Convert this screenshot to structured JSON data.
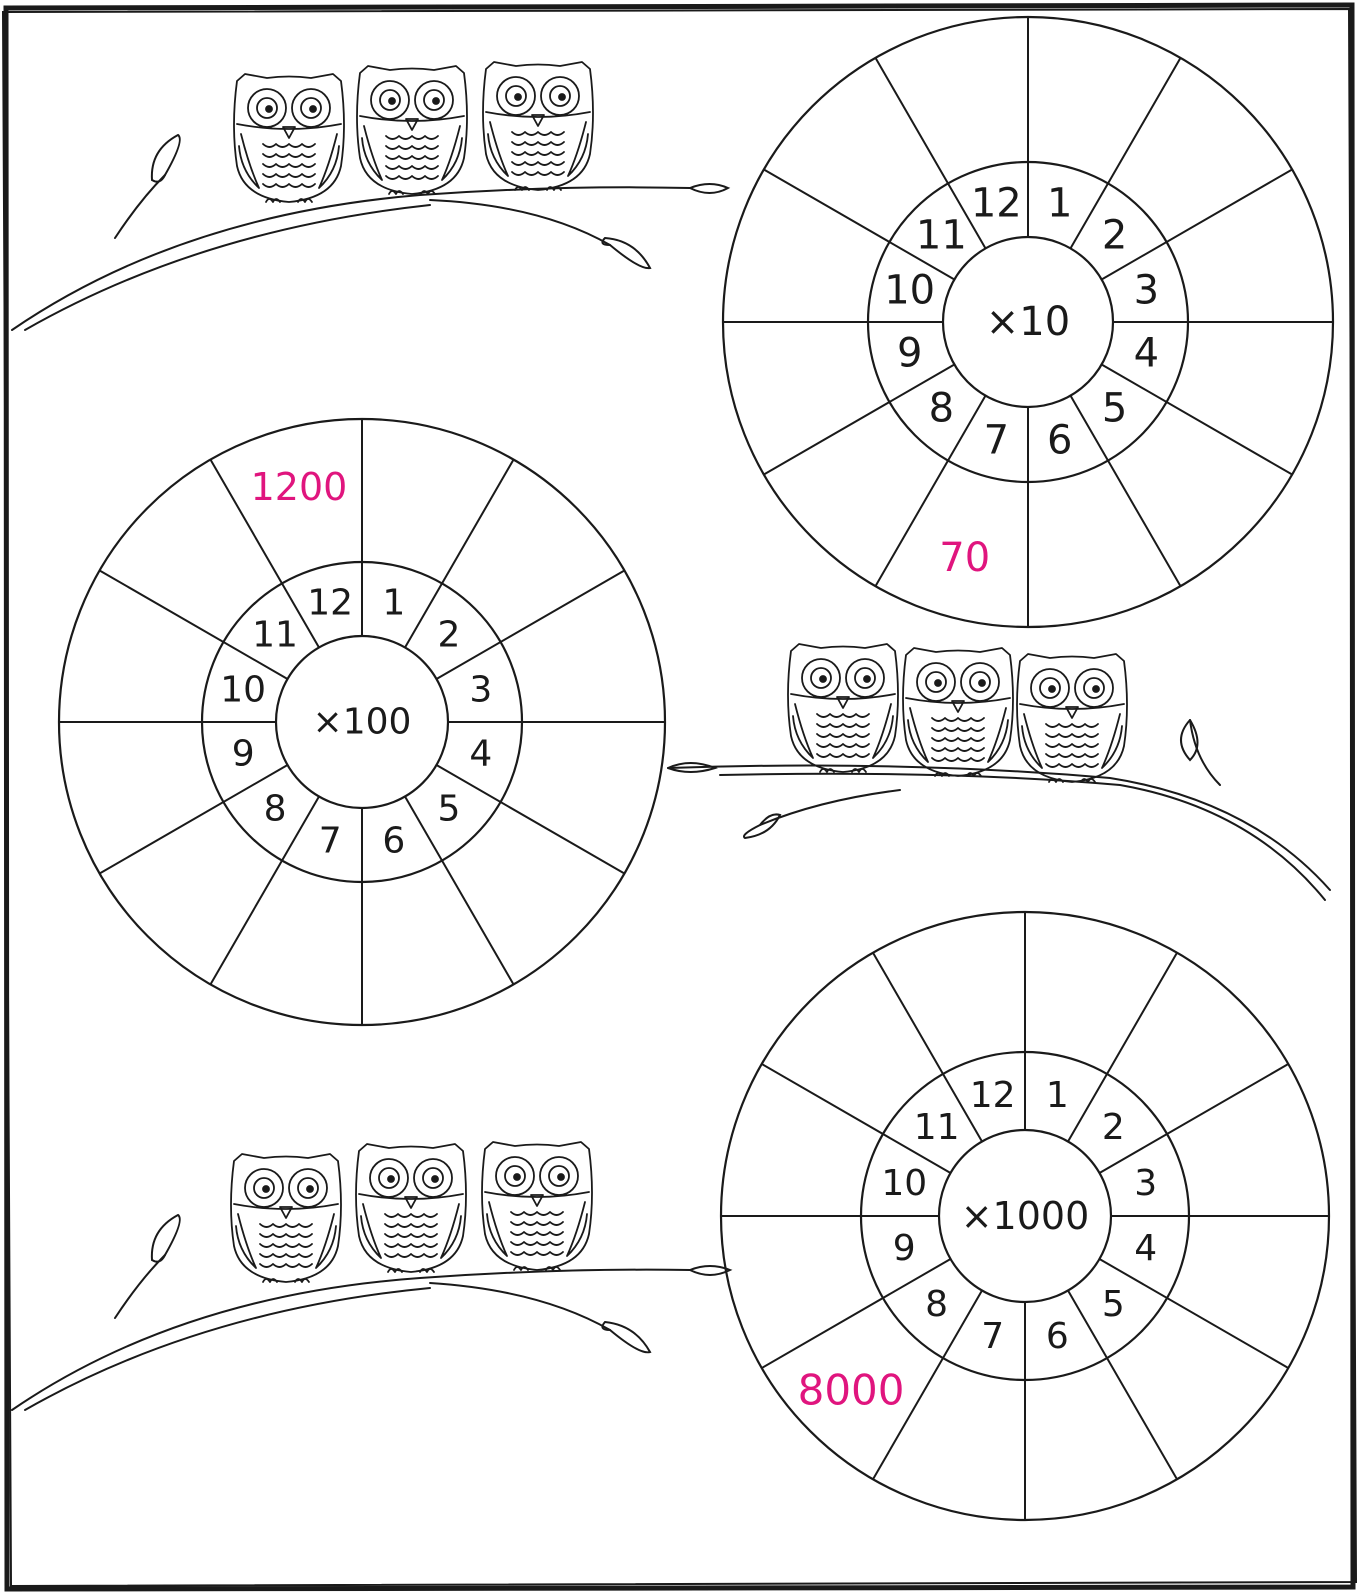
{
  "colors": {
    "ink": "#1a1a1a",
    "answer": "#e0157e",
    "paper": "#ffffff"
  },
  "wheels": [
    {
      "center_label": "×10",
      "numbers": [
        "12",
        "1",
        "2",
        "3",
        "4",
        "5",
        "6",
        "7",
        "8",
        "9",
        "10",
        "11"
      ],
      "example_answer": {
        "slot": 7,
        "text": "70"
      }
    },
    {
      "center_label": "×100",
      "numbers": [
        "12",
        "1",
        "2",
        "3",
        "4",
        "5",
        "6",
        "7",
        "8",
        "9",
        "10",
        "11"
      ],
      "example_answer": {
        "slot": 12,
        "text": "1200"
      }
    },
    {
      "center_label": "×1000",
      "numbers": [
        "12",
        "1",
        "2",
        "3",
        "4",
        "5",
        "6",
        "7",
        "8",
        "9",
        "10",
        "11"
      ],
      "example_answer": {
        "slot": 8,
        "text": "8000"
      }
    }
  ],
  "decorations": {
    "owl_groups": 3,
    "owls_per_group": 3,
    "icon": "owl-on-branch-icon"
  }
}
